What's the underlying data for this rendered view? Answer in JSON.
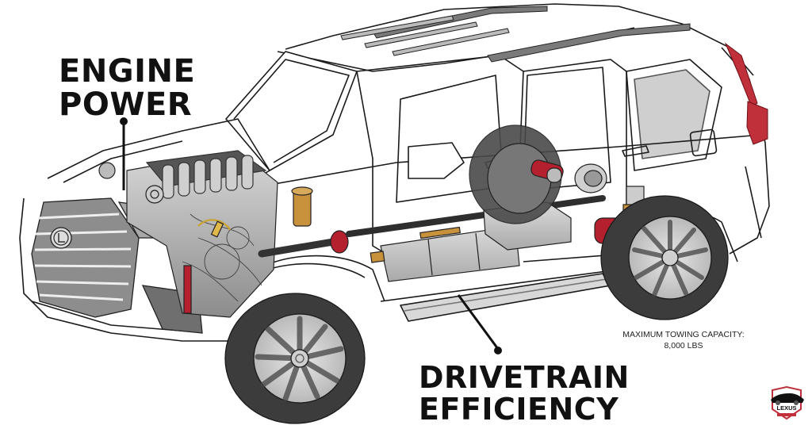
{
  "diagram": {
    "subject": "Lexus SUV cutaway illustration",
    "labels": {
      "engine": [
        "ENGINE",
        "POWER"
      ],
      "drivetrain": [
        "DRIVETRAIN",
        "EFFICIENCY"
      ],
      "towing": {
        "title": "MAXIMUM TOWING CAPACITY:",
        "value": "8,000 LBS"
      }
    },
    "badge": {
      "text": "LEXUS",
      "icon": "car-silhouette-shield-icon"
    },
    "colors": {
      "outline": "#1a1a1a",
      "mechanical_gray": "#8a8a8a",
      "tire": "#3c3c3c",
      "rim": "#c9c9c9",
      "accent_red": "#b5202e",
      "accent_amber": "#c8913c",
      "taillight": "#c0303a"
    }
  }
}
